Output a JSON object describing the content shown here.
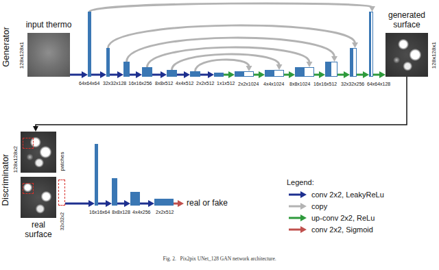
{
  "diagram": {
    "caption": "Fig. 2.   Pix2pix UNet_128 GAN network architecture.",
    "nodes": [
      {
        "text": [
          "input thermo",
          "128x128x1"
        ]
      },
      {
        "text": [
          "64x64x64"
        ]
      },
      {
        "text": [
          "32x32x128"
        ]
      },
      {
        "text": [
          "16x16x256"
        ]
      },
      {
        "text": [
          "8x8x512"
        ]
      },
      {
        "text": [
          "4x4x512"
        ]
      },
      {
        "text": [
          "2x2x512"
        ]
      },
      {
        "text": [
          "1x1x512"
        ]
      },
      {
        "text": [
          "2x2x1024"
        ]
      },
      {
        "text": [
          "4x4x1024"
        ]
      },
      {
        "text": [
          "8x8x1024"
        ]
      },
      {
        "text": [
          "16x16x512"
        ]
      },
      {
        "text": [
          "32x32x256"
        ]
      },
      {
        "text": [
          "64x64x128"
        ]
      },
      {
        "text": [
          "generated surface",
          "128x128x1"
        ]
      },
      {
        "text": [
          "128x128x2",
          "real surface"
        ]
      },
      {
        "text": [
          "patches",
          "32x32x2"
        ]
      },
      {
        "text": [
          "16x16x64"
        ]
      },
      {
        "text": [
          "8x8x128"
        ]
      },
      {
        "text": [
          "4x4x256"
        ]
      },
      {
        "text": [
          "2x2x512"
        ]
      },
      {
        "text": [
          "real or fake"
        ]
      }
    ],
    "edges": [
      {
        "from": 0,
        "to": 1,
        "arrow": "to"
      },
      {
        "from": 1,
        "to": 2,
        "arrow": "to"
      },
      {
        "from": 2,
        "to": 3,
        "arrow": "to"
      },
      {
        "from": 3,
        "to": 4,
        "arrow": "to"
      },
      {
        "from": 4,
        "to": 5,
        "arrow": "to"
      },
      {
        "from": 5,
        "to": 6,
        "arrow": "to"
      },
      {
        "from": 6,
        "to": 7,
        "arrow": "to"
      },
      {
        "from": 7,
        "to": 8,
        "arrow": "to"
      },
      {
        "from": 8,
        "to": 9,
        "arrow": "to"
      },
      {
        "from": 9,
        "to": 10,
        "arrow": "to"
      },
      {
        "from": 10,
        "to": 11,
        "arrow": "to"
      },
      {
        "from": 11,
        "to": 12,
        "arrow": "to"
      },
      {
        "from": 12,
        "to": 13,
        "arrow": "to"
      },
      {
        "from": 13,
        "to": 14,
        "arrow": "to"
      },
      {
        "from": 1,
        "to": 13,
        "arrow": "to"
      },
      {
        "from": 2,
        "to": 12,
        "arrow": "to"
      },
      {
        "from": 3,
        "to": 11,
        "arrow": "to"
      },
      {
        "from": 4,
        "to": 10,
        "arrow": "to"
      },
      {
        "from": 5,
        "to": 9,
        "arrow": "to"
      },
      {
        "from": 6,
        "to": 8,
        "arrow": "to"
      },
      {
        "from": 14,
        "to": 15,
        "arrow": "to"
      },
      {
        "from": 16,
        "to": 17,
        "arrow": "to"
      },
      {
        "from": 17,
        "to": 18,
        "arrow": "to"
      },
      {
        "from": 18,
        "to": 19,
        "arrow": "to"
      },
      {
        "from": 19,
        "to": 20,
        "arrow": "to"
      },
      {
        "from": 20,
        "to": 21,
        "arrow": "to"
      }
    ],
    "labels": [
      "Generator",
      "Discriminator",
      "Legend:"
    ],
    "legend": [
      {
        "text": "conv 2x2, LeakyReLu",
        "color": "#1d2f8f"
      },
      {
        "text": "copy",
        "color": "#b3b3b3"
      },
      {
        "text": "up-conv 2x2, ReLu",
        "color": "#2e9a3c"
      },
      {
        "text": "conv 2x2, Sigmoid",
        "color": "#c0504d"
      }
    ]
  }
}
